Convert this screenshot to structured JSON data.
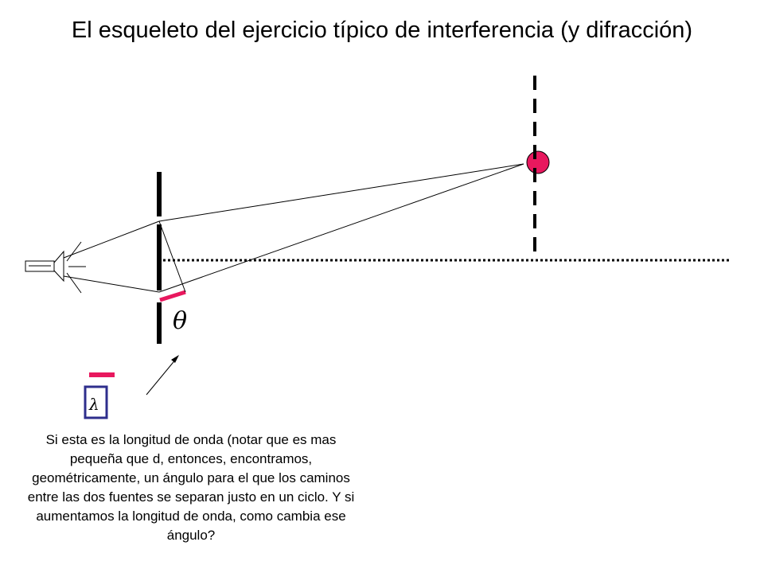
{
  "slide": {
    "title": "El esqueleto del ejercicio típico de interferencia (y difracción)",
    "theta_symbol": "θ",
    "lambda_symbol": "λ",
    "caption": "Si esta es la longitud de onda (notar que es mas pequeña que d, entonces, encontramos, geométricamente, un ángulo para el que los caminos entre las dos fuentes se separan justo en un ciclo. Y si aumentamos la longitud de onda, como cambia ese ángulo?"
  },
  "colors": {
    "accent_magenta": "#e8185e",
    "wavelength_box_border": "#2e2e8c",
    "line_black": "#000000"
  },
  "icons": [
    "light-source-icon"
  ]
}
